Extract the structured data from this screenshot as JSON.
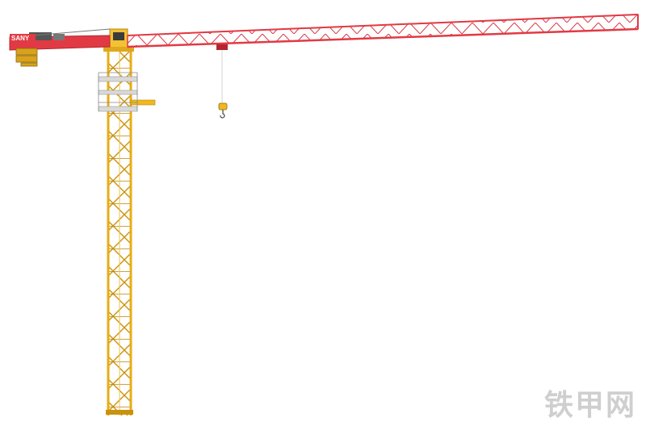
{
  "image": {
    "subject": "tower-crane",
    "brand_label": "SANY",
    "watermark_text": "铁甲网"
  },
  "colors": {
    "mast_yellow": "#f0b81e",
    "mast_dark": "#b8860b",
    "jib_red": "#e23a44",
    "jib_dark": "#b3262f",
    "cab_yellow": "#f2c233",
    "counterweight": "#d9a21a",
    "machinery_gray": "#555555",
    "watermark": "#cfcfcf",
    "background": "#ffffff"
  }
}
